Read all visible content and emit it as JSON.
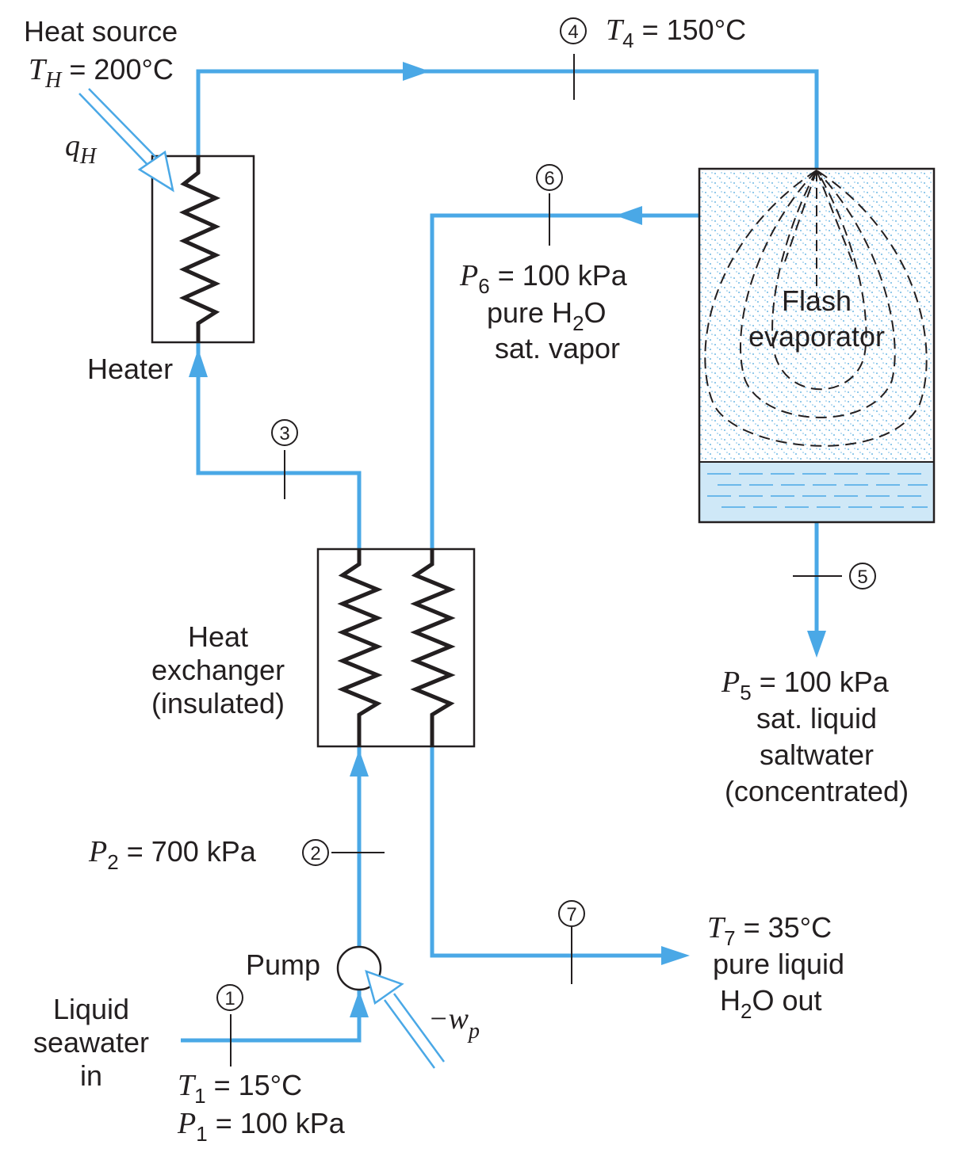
{
  "labels": {
    "heat_source": "Heat source",
    "th_var": "T",
    "th_sub": "H",
    "th_value": " = 200°C",
    "qh_var": "q",
    "qh_sub": "H",
    "heater": "Heater",
    "t4_var": "T",
    "t4_sub": "4",
    "t4_value": " = 150°C",
    "flash_line1": "Flash",
    "flash_line2": "evaporator",
    "p6_var": "P",
    "p6_sub": "6",
    "p6_value": " = 100 kPa",
    "pure_h2o_a": "pure H",
    "pure_h2o_sub": "2",
    "pure_h2o_b": "O",
    "sat_vapor": "sat. vapor",
    "hx_line1": "Heat",
    "hx_line2": "exchanger",
    "hx_line3": "(insulated)",
    "p5_var": "P",
    "p5_sub": "5",
    "p5_value": " = 100 kPa",
    "sat_liquid": "sat. liquid",
    "saltwater": "saltwater",
    "concentrated": "(concentrated)",
    "p2_var": "P",
    "p2_sub": "2",
    "p2_value": " = 700 kPa",
    "pump": "Pump",
    "wp_var": "−w",
    "wp_sub": "p",
    "t7_var": "T",
    "t7_sub": "7",
    "t7_value": " = 35°C",
    "pure_liquid": "pure liquid",
    "h2o_out_a": "H",
    "h2o_out_sub": "2",
    "h2o_out_b": "O out",
    "seawater_line1": "Liquid",
    "seawater_line2": "seawater",
    "seawater_line3": "in",
    "t1_var": "T",
    "t1_sub": "1",
    "t1_value": " = 15°C",
    "p1_var": "P",
    "p1_sub": "1",
    "p1_value": " = 100 kPa"
  },
  "states": [
    "1",
    "2",
    "3",
    "4",
    "5",
    "6",
    "7"
  ],
  "colors": {
    "pipe": "#4aa8e6",
    "line": "#231f20",
    "vapor_dots": "#6fb8e4",
    "liquid_fill": "#cfe8f7"
  }
}
